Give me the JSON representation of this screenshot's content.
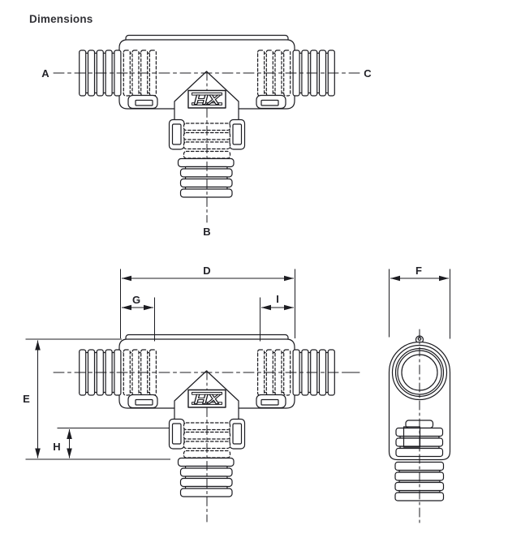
{
  "title": "Dimensions",
  "colors": {
    "background": "#ffffff",
    "line": "#1c1c21",
    "label": "#232329"
  },
  "logo": {
    "text": "HX"
  },
  "front_view": {
    "port_left": "A",
    "port_bottom": "B",
    "port_right": "C"
  },
  "dimensioned_view": {
    "overall_width": "D",
    "overall_height": "E",
    "left_engagement": "G",
    "right_engagement": "I",
    "branch_exposed_height": "H"
  },
  "side_view": {
    "overall_width": "F"
  }
}
